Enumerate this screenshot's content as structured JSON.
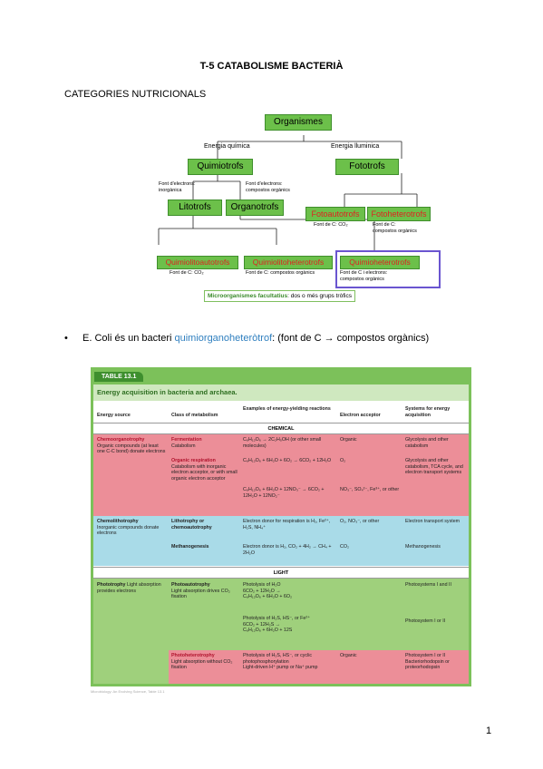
{
  "title": "T-5 CATABOLISME BACTERIÀ",
  "section": "CATEGORIES NUTRICIONALS",
  "diagram": {
    "root": "Organismes",
    "energy_chem": "Energia química",
    "energy_light": "Energia lluminica",
    "quimio": "Quimiotrofs",
    "foto": "Fototrofs",
    "font_inorg": "Font d'electrons:\ninorgànica",
    "font_org": "Font d'electrons:\ncompostos orgànics",
    "lito": "Litotrofs",
    "organo": "Organotrofs",
    "fotoauto": "Fotoautotrofs",
    "fotohetero": "Fotoheterotrofs",
    "fotoauto_note": "Font de C: CO₂",
    "fotohetero_note": "Font de C:\ncompostos orgànics",
    "qla": "Quimiolitoautotrofs",
    "qlh": "Quimiolitoheterotrofs",
    "qh": "Quimioheterotrofs",
    "qla_note": "Font de C: CO₂",
    "qlh_note": "Font de C: compostos orgànics",
    "qh_note": "Font de C i electrons:\ncompostos orgànics",
    "facult_bold": "Microorganismes facultatius",
    "facult_rest": ": dos o més grups tròfics"
  },
  "bullet": {
    "pre": "E. Coli és un bacteri ",
    "highlight": "quimiorganoheteròtrof",
    "post": ": (font de C → compostos orgànics)"
  },
  "table": {
    "tab": "TABLE 13.1",
    "heading": "Energy acquisition in bacteria and archaea.",
    "headers": [
      "Energy source",
      "Class of metabolism",
      "Examples of energy-yielding reactions",
      "Electron acceptor",
      "Systems for energy acquisition"
    ],
    "chemical": "CHEMICAL",
    "light": "LIGHT",
    "rows": {
      "chemo_source_t": "Chemoorganotrophy",
      "chemo_source": "Organic compounds (at least one C-C bond) donate electrons",
      "ferm_t": "Fermentation",
      "ferm": "Catabolism",
      "ferm_rx": "C₆H₁₂O₆ → 2C₂H₅OH (or other small molecules)",
      "ferm_acc": "Organic",
      "ferm_sys": "Glycolysis and other catabolism",
      "resp_t": "Organic respiration",
      "resp": "Catabolism with inorganic electron acceptor, or with small organic electron acceptor",
      "resp_rx1": "C₆H₁₂O₆ + 6H₂O + 6O₂ → 6CO₂ + 12H₂O",
      "resp_rx2": "C₆H₁₂O₆ + 6H₂O + 12NO₃⁻ → 6CO₂ + 12H₂O + 12NO₂⁻",
      "resp_acc1": "O₂",
      "resp_acc2": "NO₃⁻, SO₄²⁻, Fe³⁺, or other",
      "resp_sys": "Glycolysis and other catabolism, TCA cycle, and electron transport systems",
      "lith_source_t": "Chemolithotrophy",
      "lith_source": "Inorganic compounds donate electrons",
      "lith_t": "Lithotrophy or chemoautotrophy",
      "lith_rx": "Electron donor for respiration is H₂, Fe²⁺, H₂S, NH₄⁺",
      "lith_acc": "O₂, NO₃⁻, or other",
      "lith_sys": "Electron transport system",
      "meth_t": "Methanogenesis",
      "meth_rx": "Electron donor is H₂, CO₂ + 4H₂ → CH₄ + 2H₂O",
      "meth_acc": "CO₂",
      "meth_sys": "Methanogenesis",
      "photo_source_t": "Phototrophy",
      "photo_source": "Light absorption provides electrons",
      "pa_t": "Photoautotrophy",
      "pa": "Light absorption drives CO₂ fixation",
      "pa_rx1": "Photolysis of H₂O\n6CO₂ + 12H₂O →\nC₆H₁₂O₆ + 6H₂O + 6O₂",
      "pa_sys1": "Photosystems I and II",
      "pa_rx2": "Photolysis of H₂S, HS⁻, or Fe²⁺\n6CO₂ + 12H₂S →\nC₆H₁₂O₆ + 6H₂O + 12S",
      "pa_sys2": "Photosystem I or II",
      "ph_t": "Photoheterotrophy",
      "ph": "Light absorption without CO₂ fixation",
      "ph_rx": "Photolysis of H₂S, HS⁻, or cyclic photophosphorylation\nLight-driven H⁺ pump or Na⁺ pump",
      "ph_acc": "Organic",
      "ph_sys": "Photosystem I or II\nBacteriorhodopsin or proteorhodopsin"
    }
  },
  "citation": "Microbiology: An Evolving Science, Table 13.1",
  "page_number": "1"
}
